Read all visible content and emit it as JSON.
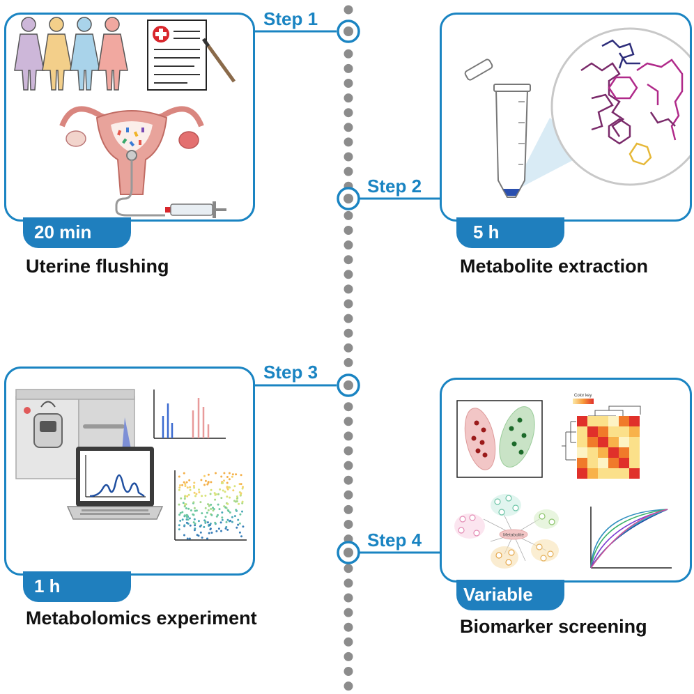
{
  "steps": [
    {
      "label": "Step 1",
      "duration": "20 min",
      "caption": "Uterine flushing"
    },
    {
      "label": "Step 2",
      "duration": "5 h",
      "caption": "Metabolite extraction"
    },
    {
      "label": "Step 3",
      "duration": "1 h",
      "caption": "Metabolomics experiment"
    },
    {
      "label": "Step 4",
      "duration": "Variable",
      "caption": "Biomarker screening"
    }
  ],
  "illustrations": {
    "heatmap_key": "Color key",
    "network_center": "Metabolite"
  },
  "colors": {
    "accent": "#1a84c2",
    "pill": "#1f7fbe",
    "timeline_dots": "#8c8c8c"
  }
}
